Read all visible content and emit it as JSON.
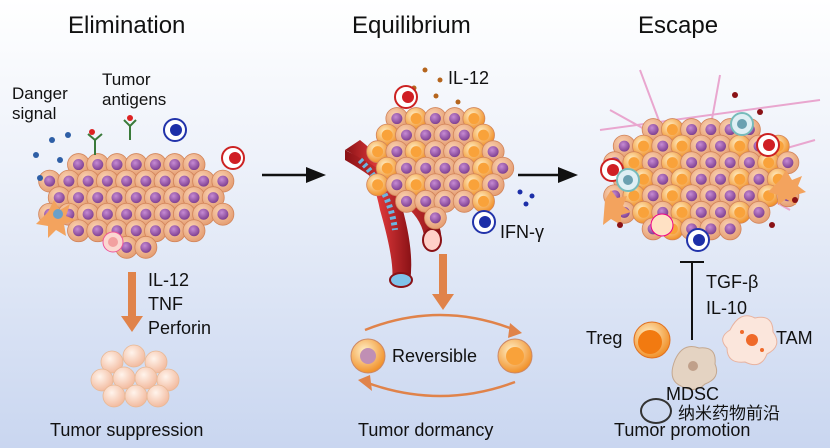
{
  "stages": {
    "elimination": "Elimination",
    "equilibrium": "Equilibrium",
    "escape": "Escape"
  },
  "elimination": {
    "danger_signal": "Danger\nsignal",
    "tumor_antigens": "Tumor\nantigens",
    "cytokines": [
      "IL-12",
      "TNF",
      "Perforin"
    ],
    "outcome": "Tumor suppression"
  },
  "equilibrium": {
    "il12": "IL-12",
    "ifn": "IFN-γ",
    "reversible": "Reversible",
    "outcome": "Tumor dormancy"
  },
  "escape": {
    "cytokines": [
      "TGF-β",
      "IL-10"
    ],
    "treg": "Treg",
    "tam": "TAM",
    "mdsc": "MDSC",
    "outcome": "Tumor promotion"
  },
  "watermark": "纳米药物前沿",
  "icons": [
    "arrow-right-icon",
    "arrow-down-icon",
    "wechat-logo-icon"
  ],
  "colors": {
    "tumor_cell": "#e8a27a",
    "nucleus": "#9a5aa8",
    "arrow": "#e0834a",
    "vessel": "#c0282a"
  }
}
